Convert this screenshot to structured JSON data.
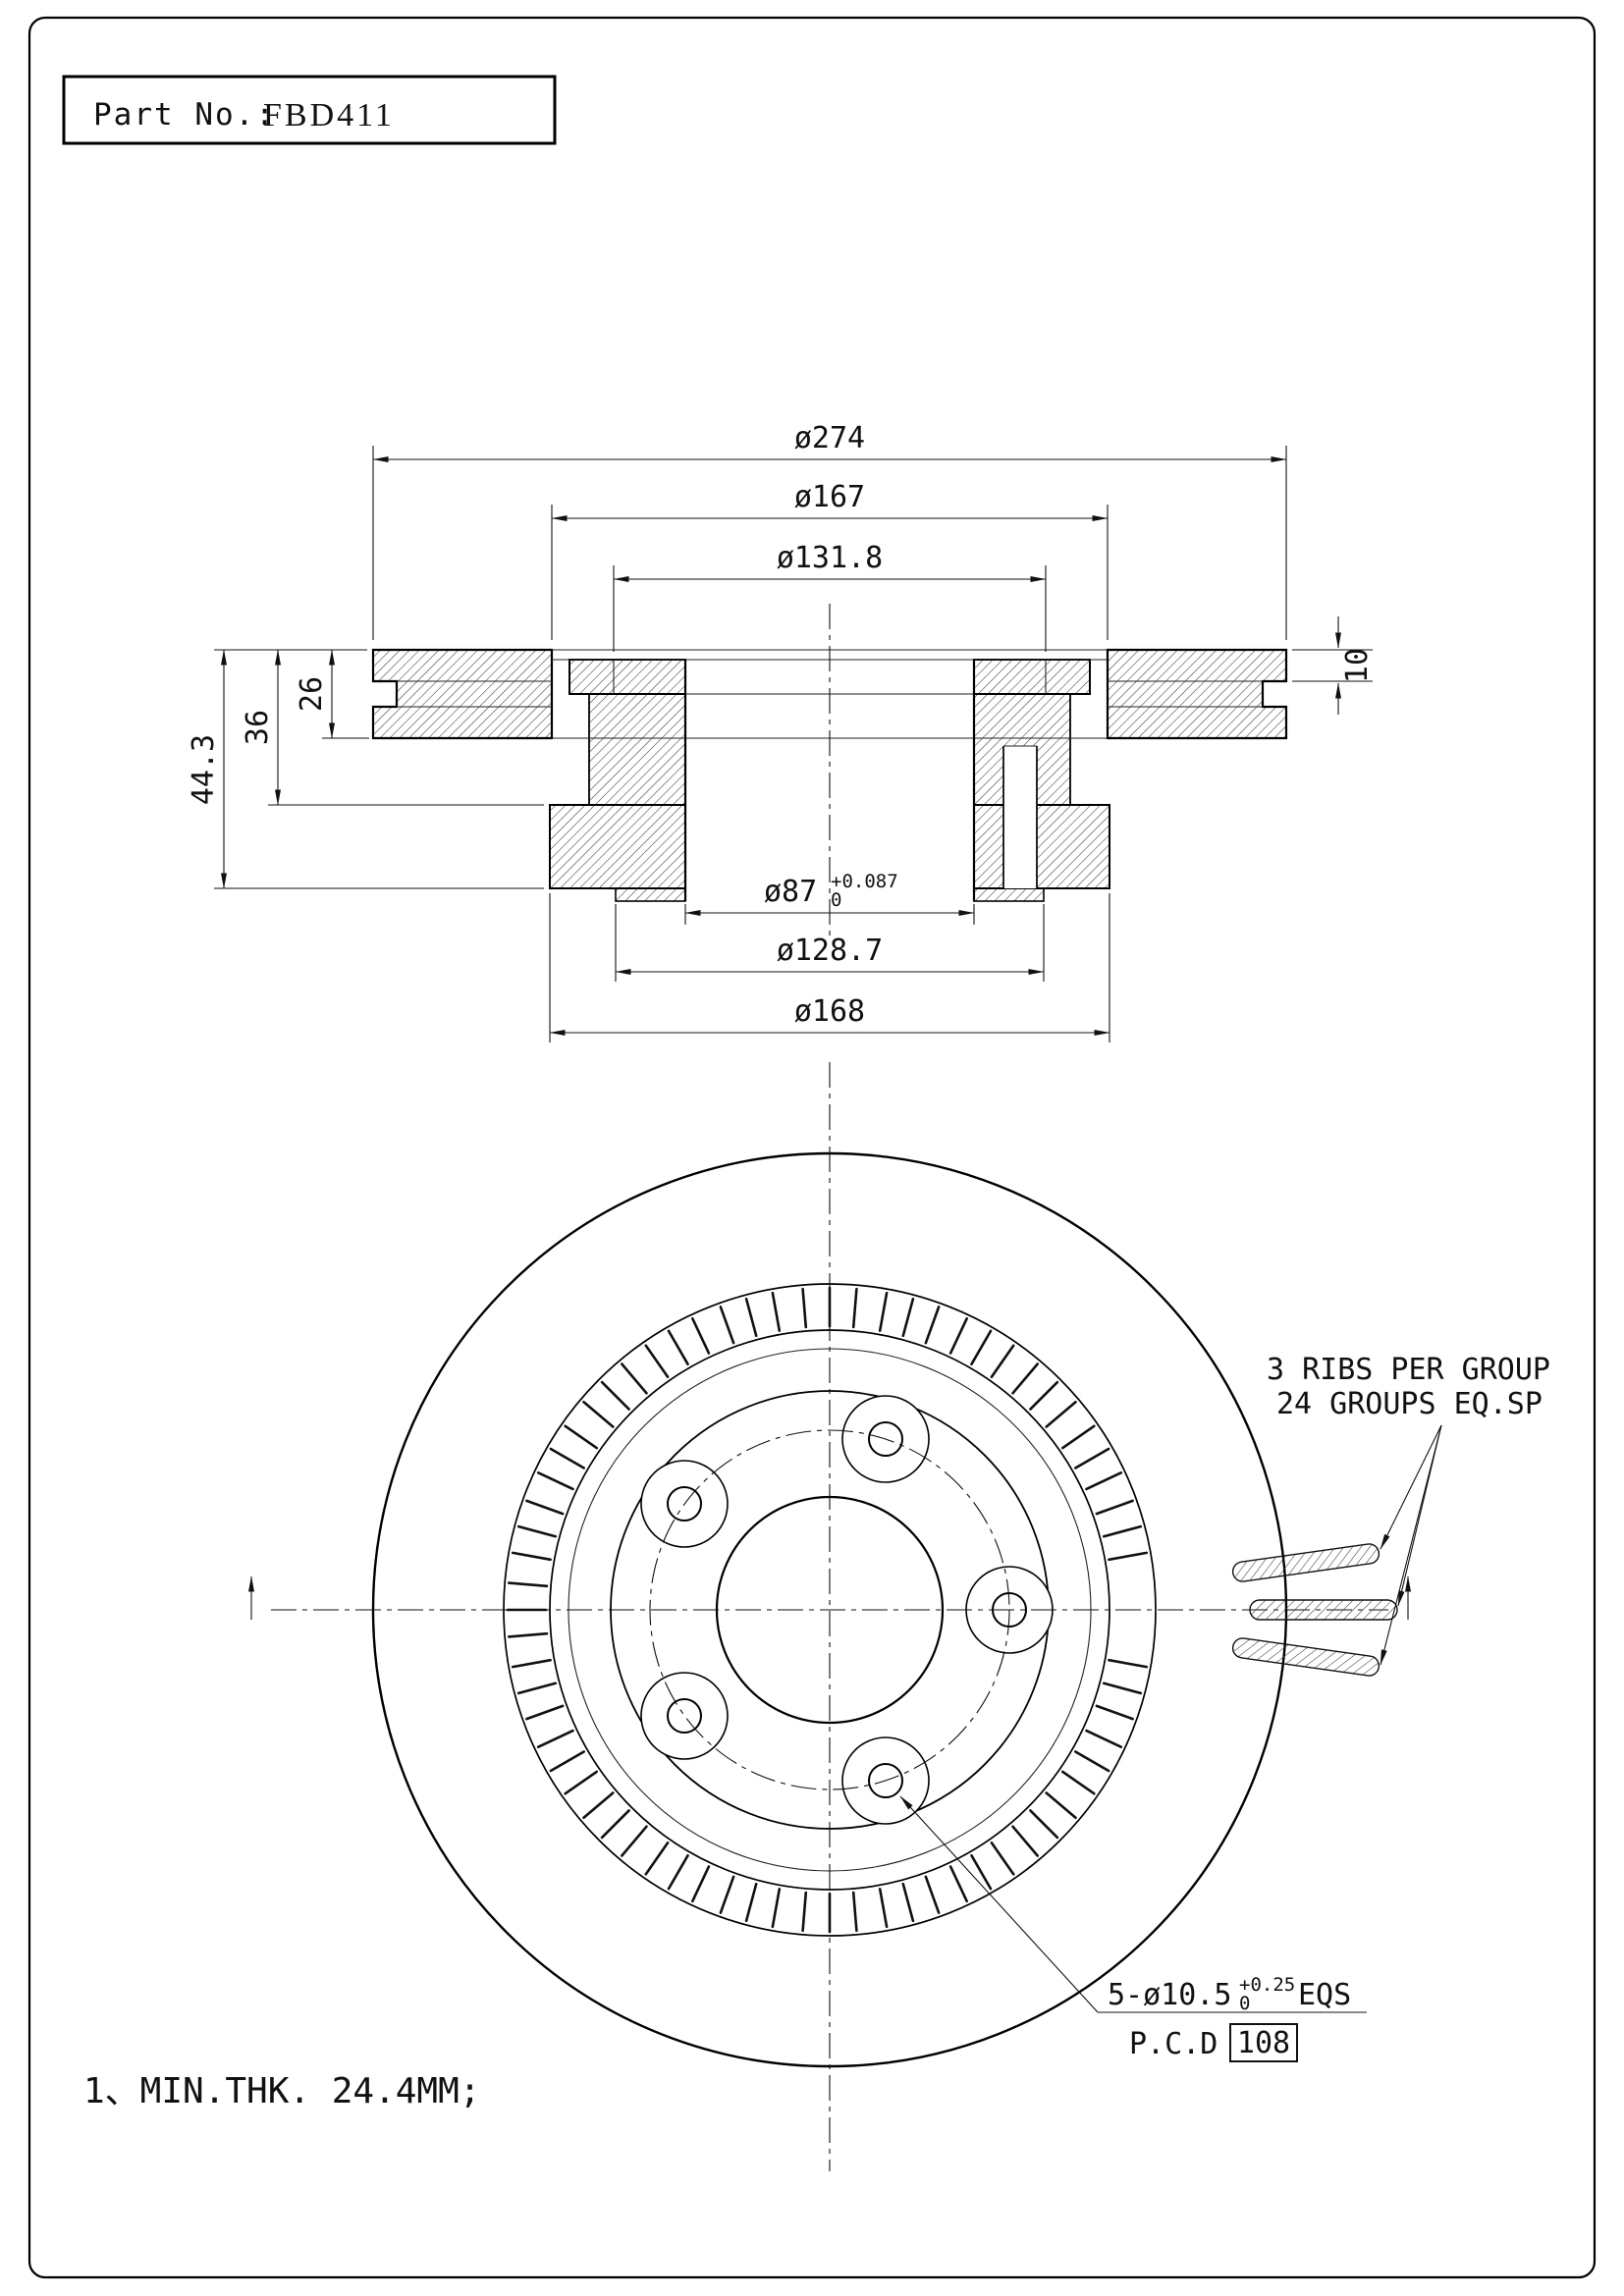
{
  "title_block": {
    "part_label": "Part No.:",
    "part_no": "FBD411"
  },
  "section_view": {
    "dims": {
      "d_outer": "ø274",
      "d_167": "ø167",
      "d_1318": "ø131.8",
      "d_87": "ø87",
      "d_87_tol_top": "+0.087",
      "d_87_tol_bot": "0",
      "d_1287": "ø128.7",
      "d_168": "ø168",
      "h_443": "44.3",
      "h_36": "36",
      "h_26": "26",
      "t_10": "10"
    }
  },
  "front_view": {
    "annotations": {
      "ribs_note_line1": "3 RIBS PER GROUP",
      "ribs_note_line2": "24 GROUPS EQ.SP",
      "holes_note": "5-ø10.5",
      "holes_tol_top": "+0.25",
      "holes_tol_bot": "0",
      "holes_suffix": "EQS",
      "pcd_label": "P.C.D",
      "pcd_value": "108"
    }
  },
  "notes": {
    "min_thk": "1、MIN.THK. 24.4MM;"
  },
  "colors": {
    "line": "#111111",
    "background": "#ffffff"
  }
}
